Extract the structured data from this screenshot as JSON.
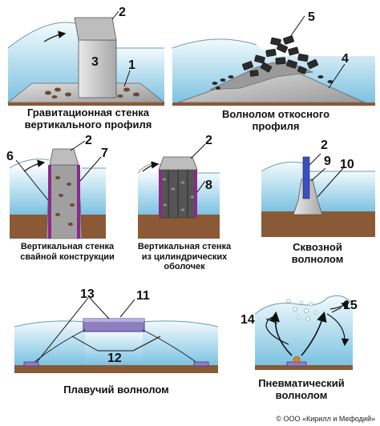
{
  "panels": {
    "gravity_wall": {
      "caption_line1": "Гравитационная стенка",
      "caption_line2": "вертикального профиля",
      "labels": [
        "2",
        "3",
        "1"
      ]
    },
    "slope_breakwater": {
      "caption_line1": "Волнолом откосного",
      "caption_line2": "профиля",
      "labels": [
        "5",
        "4"
      ]
    },
    "pile_wall": {
      "caption_line1": "Вертикальная стенка",
      "caption_line2": "свайной конструкции",
      "labels": [
        "6",
        "2",
        "7"
      ]
    },
    "cylinder_wall": {
      "caption_line1": "Вертикальная стенка",
      "caption_line2": "из цилиндрических",
      "caption_line3": "оболочек",
      "labels": [
        "2",
        "8"
      ]
    },
    "through_breakwater": {
      "caption_line1": "Сквозной",
      "caption_line2": "волнолом",
      "labels": [
        "2",
        "9",
        "10"
      ]
    },
    "floating_breakwater": {
      "caption_line1": "Плавучий волнолом",
      "labels": [
        "13",
        "11",
        "12"
      ]
    },
    "pneumatic_breakwater": {
      "caption_line1": "Пневматический",
      "caption_line2": "волнолом",
      "labels": [
        "14",
        "15"
      ]
    }
  },
  "footer": {
    "copyright": "© ООО «Кирилл и Мефодий»"
  },
  "colors": {
    "water_top": "#eaf6fb",
    "water_bottom": "#7fc4e2",
    "seabed": "#8a5a36",
    "structure": "#bdbdbd",
    "structure_dark": "#8c8c8c",
    "purple": "#8b2a8b",
    "blue_pipe": "#3b4fc4",
    "stone": "#2b2b2b"
  }
}
